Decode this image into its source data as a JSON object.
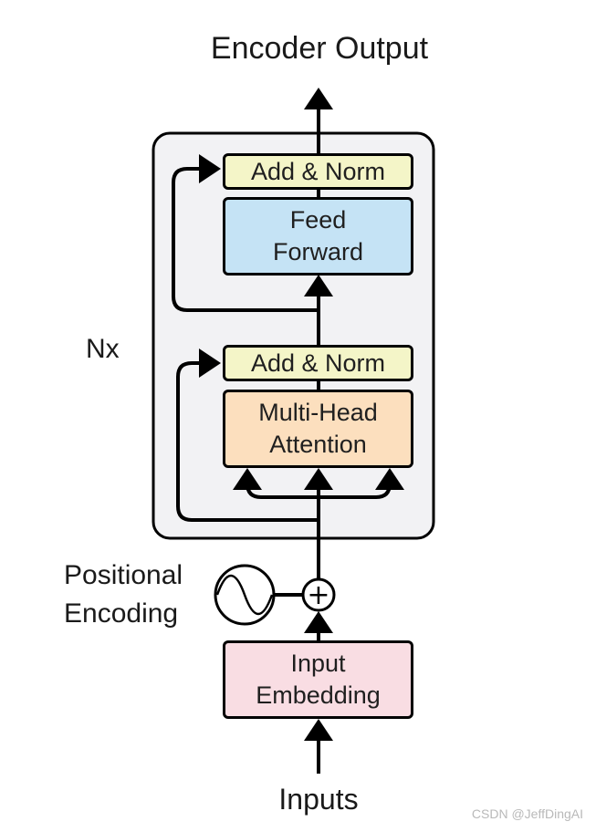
{
  "title": "Encoder Output",
  "repeat_label": "Nx",
  "positional_encoding": {
    "line1": "Positional",
    "line2": "Encoding"
  },
  "inputs_label": "Inputs",
  "blocks": {
    "add_norm_top": "Add & Norm",
    "feed_forward": {
      "line1": "Feed",
      "line2": "Forward"
    },
    "add_norm_bottom": "Add & Norm",
    "multi_head_attention": {
      "line1": "Multi-Head",
      "line2": "Attention"
    },
    "input_embedding": {
      "line1": "Input",
      "line2": "Embedding"
    }
  },
  "add_symbol": "+",
  "watermark": "CSDN @JeffDingAI",
  "colors": {
    "add_norm": "#f4f5c8",
    "feed_forward": "#c5e3f5",
    "multi_head_attention": "#fcdfbe",
    "input_embedding": "#f9dde3",
    "encoder_block": "#f2f2f4"
  }
}
